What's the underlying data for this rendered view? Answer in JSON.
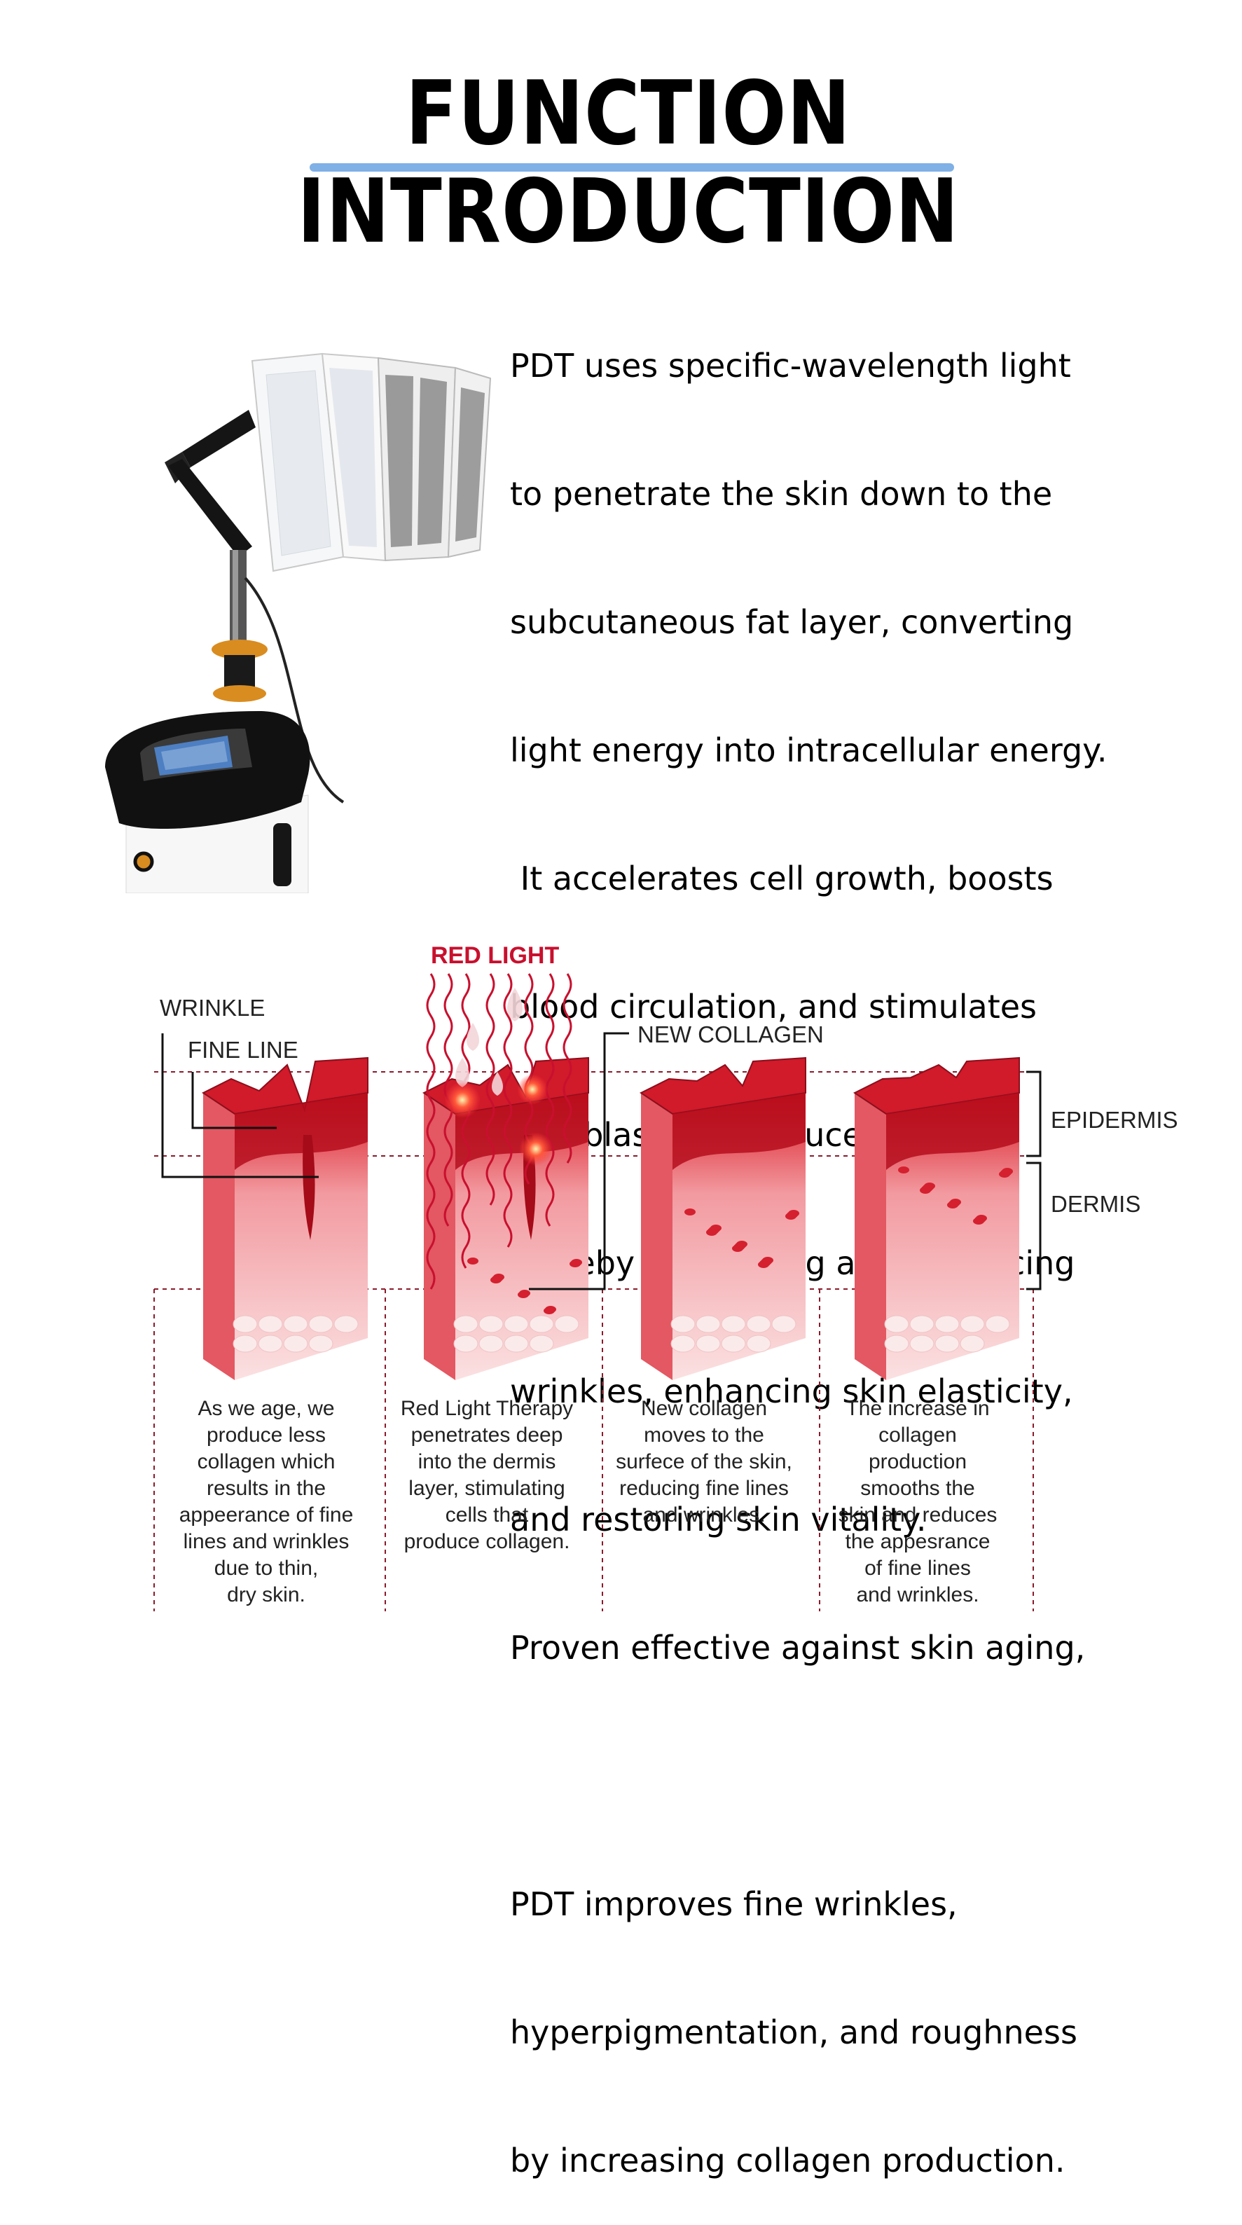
{
  "header": {
    "title": "FUNCTION INTRODUCTION",
    "underline_color": "#7fb0e6"
  },
  "description": {
    "lines": [
      "PDT uses specific-wavelength light",
      "to penetrate the skin down to the",
      "subcutaneous fat layer, converting",
      "light energy into intracellular energy.",
      " It accelerates cell growth, boosts",
      "blood circulation, and stimulates",
      "fibroblasts to produce collagen,",
      "thereby eliminating acne, reducing",
      "wrinkles, enhancing skin elasticity,",
      "and restoring skin vitality.",
      "Proven effective against skin aging,"
    ],
    "lines2": [
      "PDT improves fine wrinkles,",
      "hyperpigmentation, and roughness",
      "by increasing collagen production."
    ]
  },
  "device": {
    "description": "LED light therapy device with folding panel",
    "colors": {
      "body": "#ffffff",
      "trim": "#111111",
      "screen": "#4d7fc2",
      "accent": "#d98c1f"
    }
  },
  "diagram": {
    "labels": {
      "red_light": "RED LIGHT",
      "wrinkle": "WRINKLE",
      "fine_line": "FINE LINE",
      "new_collagen": "NEW COLLAGEN",
      "epidermis": "EPIDERMIS",
      "dermis": "DERMIS"
    },
    "captions": [
      [
        "As we age, we",
        "produce less",
        "collagen which",
        "results in the",
        "appeerance of fine",
        "lines and wrinkles",
        "due to thin,",
        "dry skin."
      ],
      [
        "Red Light Therapy",
        "penetrates deep",
        "into the dermis",
        "layer, stimulating",
        "cells that",
        "produce collagen."
      ],
      [
        "New collagen",
        "moves to the",
        "surfece of the skin,",
        "reducing fine lines",
        "and wrinkles."
      ],
      [
        "The increase in",
        "collagen",
        "production",
        "smooths the",
        "skin and reduces",
        "the appesrance",
        "of fine lines",
        "and wrinkles."
      ]
    ],
    "colors": {
      "red": "#c8102e",
      "light_red": "#e8525e",
      "pink": "#f4c5c9",
      "dotted": "#8b1a2b"
    }
  }
}
